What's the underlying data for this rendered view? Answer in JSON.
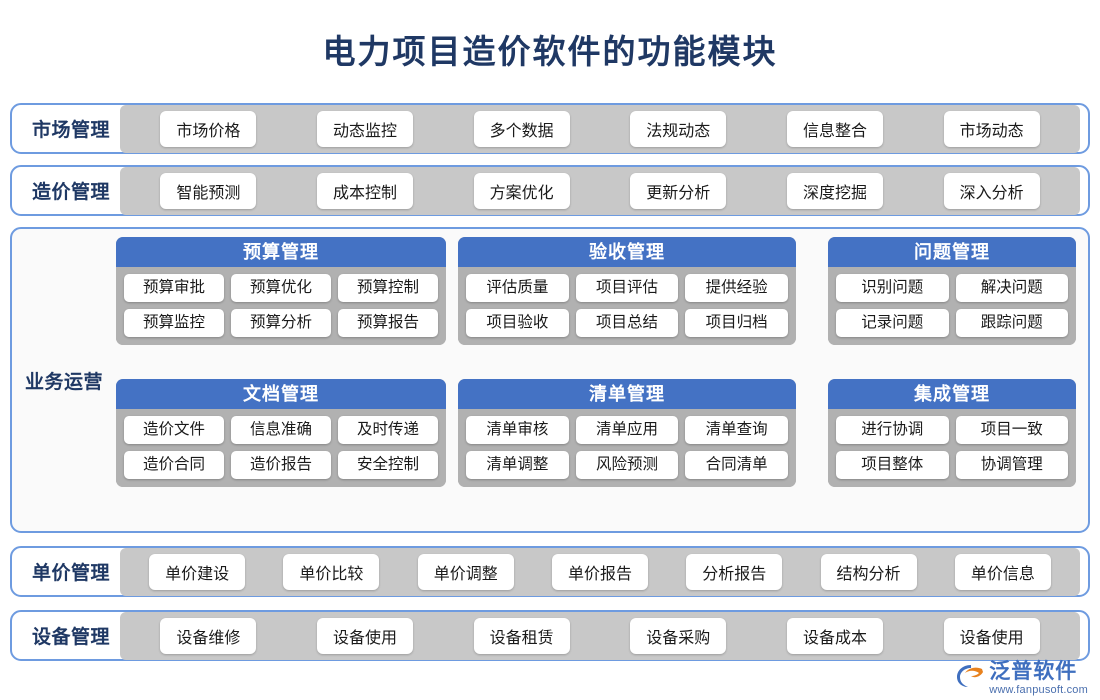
{
  "page": {
    "title": "电力项目造价软件的功能模块",
    "colors": {
      "title": "#1F3864",
      "border_blue": "#6E9BE0",
      "header_blue": "#4472C4",
      "strip_gray": "#C8C8C8",
      "card_gray": "#B1B1B1",
      "pill_white": "#FFFFFF",
      "logo_blue": "#3F6FBF",
      "logo_orange": "#E8821E"
    }
  },
  "bands": {
    "market": {
      "label": "市场管理",
      "items": [
        "市场价格",
        "动态监控",
        "多个数据",
        "法规动态",
        "信息整合",
        "市场动态"
      ]
    },
    "cost": {
      "label": "造价管理",
      "items": [
        "智能预测",
        "成本控制",
        "方案优化",
        "更新分析",
        "深度挖掘",
        "深入分析"
      ]
    },
    "unit_price": {
      "label": "单价管理",
      "items": [
        "单价建设",
        "单价比较",
        "单价调整",
        "单价报告",
        "分析报告",
        "结构分析",
        "单价信息"
      ]
    },
    "equipment": {
      "label": "设备管理",
      "items": [
        "设备维修",
        "设备使用",
        "设备租赁",
        "设备采购",
        "设备成本",
        "设备使用"
      ]
    }
  },
  "business": {
    "label": "业务运营",
    "cards": [
      {
        "id": "budget",
        "title": "预算管理",
        "columns": 3,
        "items": [
          "预算审批",
          "预算优化",
          "预算控制",
          "预算监控",
          "预算分析",
          "预算报告"
        ]
      },
      {
        "id": "acceptance",
        "title": "验收管理",
        "columns": 3,
        "items": [
          "评估质量",
          "项目评估",
          "提供经验",
          "项目验收",
          "项目总结",
          "项目归档"
        ]
      },
      {
        "id": "problem",
        "title": "问题管理",
        "columns": 2,
        "items": [
          "识别问题",
          "解决问题",
          "记录问题",
          "跟踪问题"
        ]
      },
      {
        "id": "document",
        "title": "文档管理",
        "columns": 3,
        "items": [
          "造价文件",
          "信息准确",
          "及时传递",
          "造价合同",
          "造价报告",
          "安全控制"
        ]
      },
      {
        "id": "list",
        "title": "清单管理",
        "columns": 3,
        "items": [
          "清单审核",
          "清单应用",
          "清单查询",
          "清单调整",
          "风险预测",
          "合同清单"
        ]
      },
      {
        "id": "integration",
        "title": "集成管理",
        "columns": 2,
        "items": [
          "进行协调",
          "项目一致",
          "项目整体",
          "协调管理"
        ]
      }
    ]
  },
  "footer": {
    "logo": {
      "brand": "泛普软件",
      "url": "www.fanpusoft.com",
      "icon": "swoosh-logo-icon"
    }
  }
}
